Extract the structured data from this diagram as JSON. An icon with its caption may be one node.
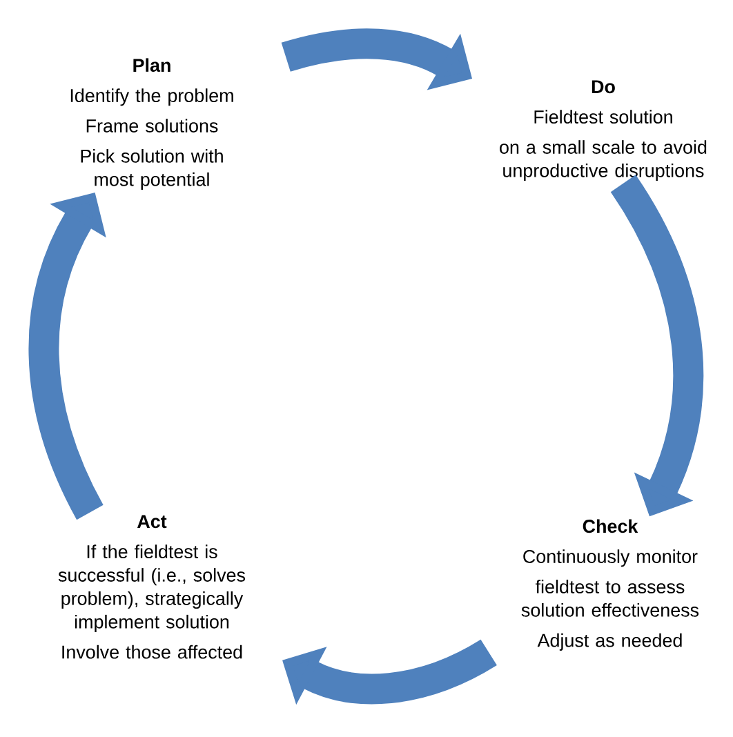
{
  "diagram": {
    "nodes": [
      {
        "text": [
          "Plan",
          "Identify the problem",
          "Frame solutions",
          "Pick solution with most potential"
        ]
      },
      {
        "text": [
          "Do",
          "Fieldtest solution",
          "on a small scale to avoid unproductive disruptions"
        ]
      },
      {
        "text": [
          "Check",
          "Continuously monitor",
          "fieldtest to assess solution effectiveness",
          "Adjust as needed"
        ]
      },
      {
        "text": [
          "Act",
          "If the fieldtest is successful (i.e., solves problem), strategically implement solution",
          "Involve those affected"
        ]
      }
    ],
    "edges": [
      {
        "from": 0,
        "to": 1,
        "arrow": "to"
      },
      {
        "from": 1,
        "to": 2,
        "arrow": "to"
      },
      {
        "from": 2,
        "to": 3,
        "arrow": "to"
      },
      {
        "from": 3,
        "to": 0,
        "arrow": "to"
      }
    ]
  }
}
